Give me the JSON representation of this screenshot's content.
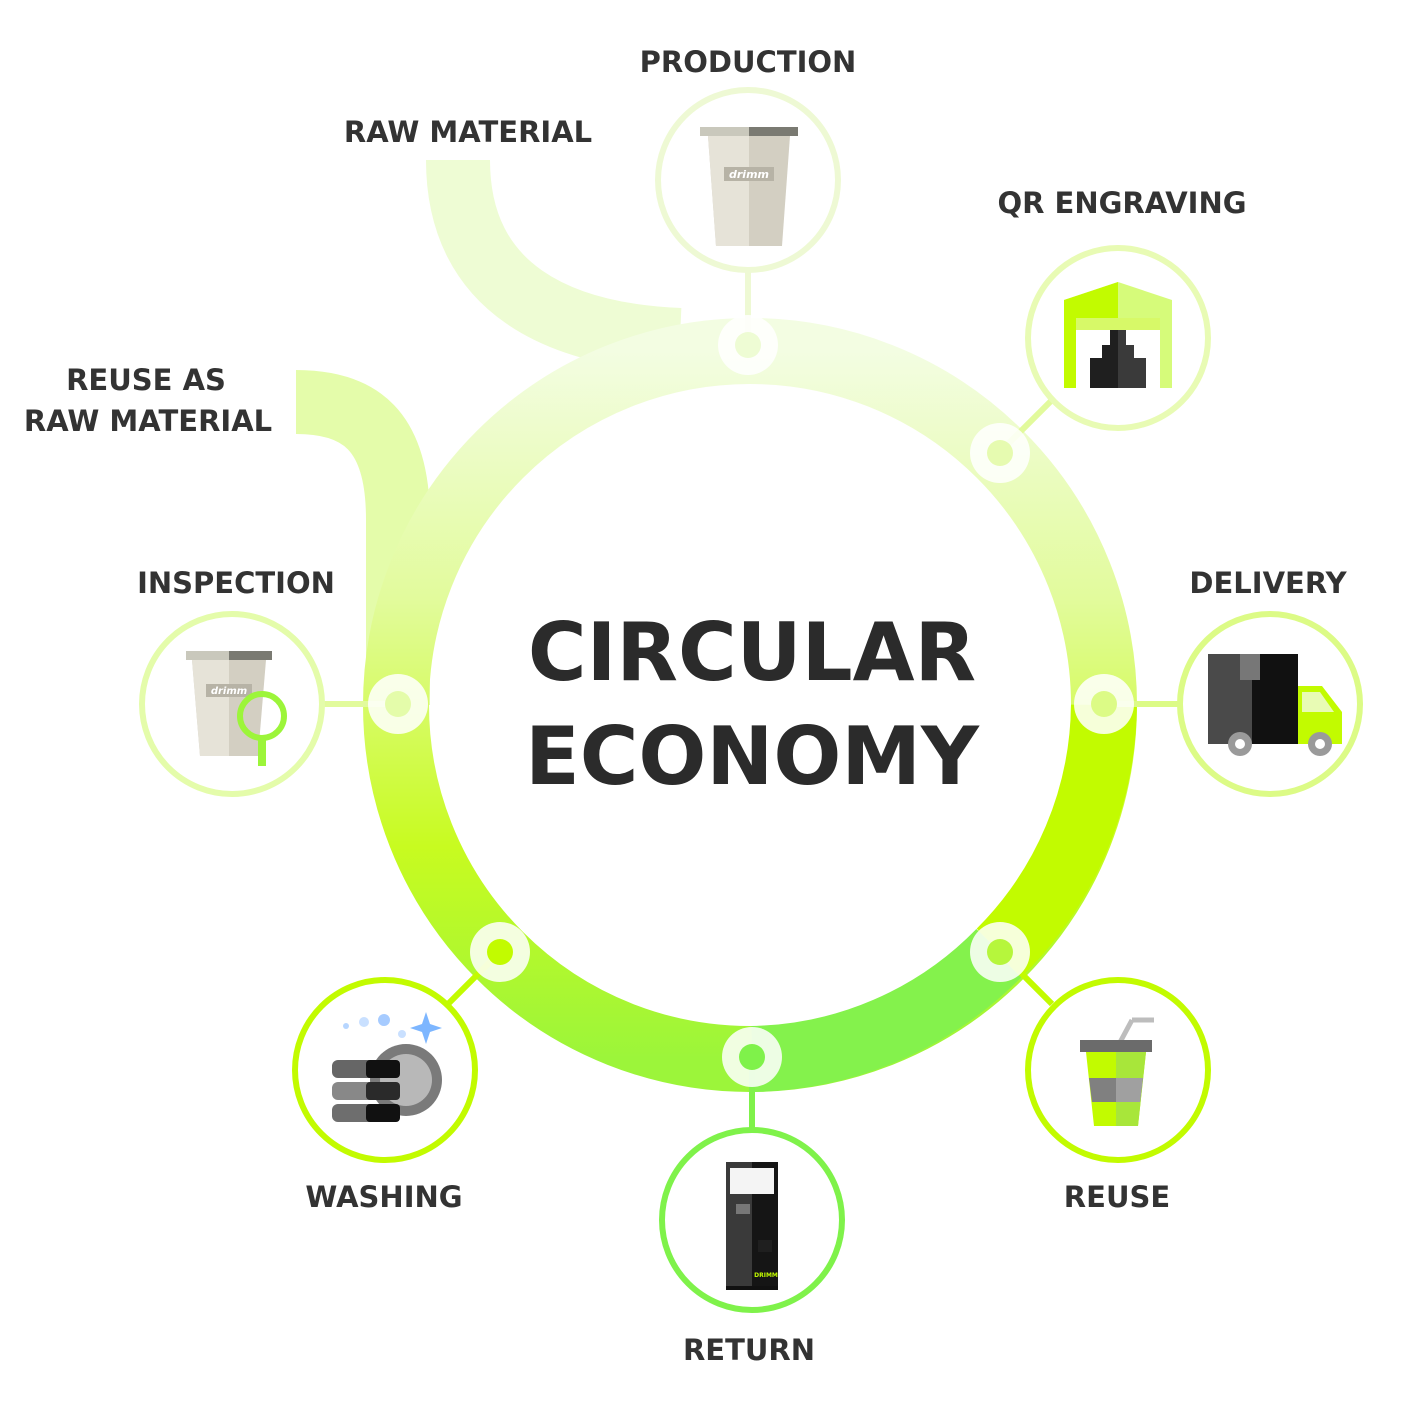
{
  "center": {
    "line1": "CIRCULAR",
    "line2": "ECONOMY"
  },
  "stages": {
    "production": "PRODUCTION",
    "raw_material": "RAW MATERIAL",
    "qr_engraving": "QR ENGRAVING",
    "reuse_as_raw_line1": "REUSE AS",
    "reuse_as_raw_line2": "RAW MATERIAL",
    "inspection": "INSPECTION",
    "delivery": "DELIVERY",
    "washing": "WASHING",
    "reuse": "REUSE",
    "return": "RETURN"
  },
  "branding": {
    "cup_logo": "drimm",
    "machine_logo": "DRIMM"
  },
  "colors": {
    "ring_light": "#eefcd4",
    "ring_mid": "#dcfb86",
    "ring_strong": "#c2fb00",
    "ring_green": "#7ff24a",
    "text": "#333333",
    "icon_dark": "#1f1f1f"
  }
}
